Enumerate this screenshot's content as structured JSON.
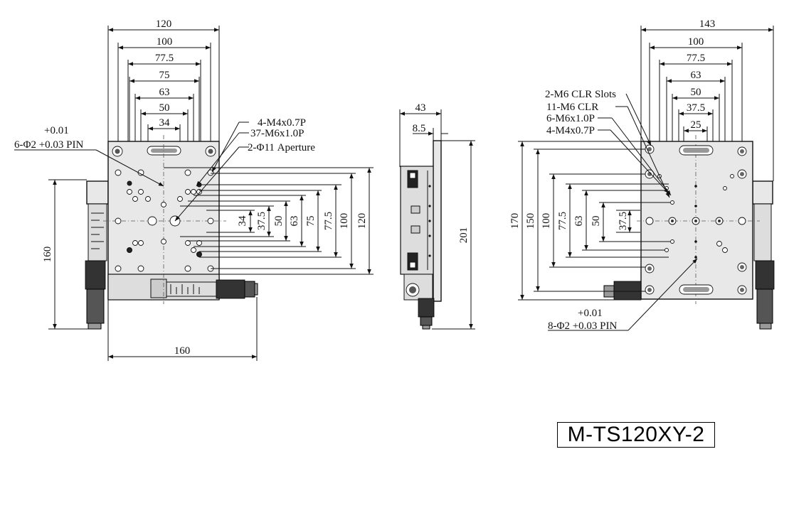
{
  "part_number": "M-TS120XY-2",
  "left_view": {
    "top_dims": [
      "120",
      "100",
      "77.5",
      "75",
      "63",
      "50",
      "34"
    ],
    "right_dims": [
      "34",
      "37.5",
      "50",
      "63",
      "75",
      "77.5",
      "100",
      "120"
    ],
    "left_dim": "160",
    "bottom_dim": "160",
    "callouts": [
      "4-M4x0.7P",
      "37-M6x1.0P",
      "2-Φ11 Aperture"
    ],
    "pin_tol": "+0.01",
    "pin_label": "6-Φ2 +0.03 PIN"
  },
  "side_view": {
    "top_dims": [
      "43",
      "8.5"
    ],
    "right_dim": "201"
  },
  "right_view": {
    "top_dims": [
      "143",
      "100",
      "77.5",
      "63",
      "50",
      "37.5",
      "25"
    ],
    "left_dims": [
      "170",
      "150",
      "100",
      "77.5",
      "63",
      "50",
      "37.5"
    ],
    "callouts": [
      "2-M6 CLR Slots",
      "11-M6 CLR",
      "6-M6x1.0P",
      "4-M4x0.7P"
    ],
    "pin_tol": "+0.01",
    "pin_label": "8-Φ2 +0.03 PIN"
  }
}
